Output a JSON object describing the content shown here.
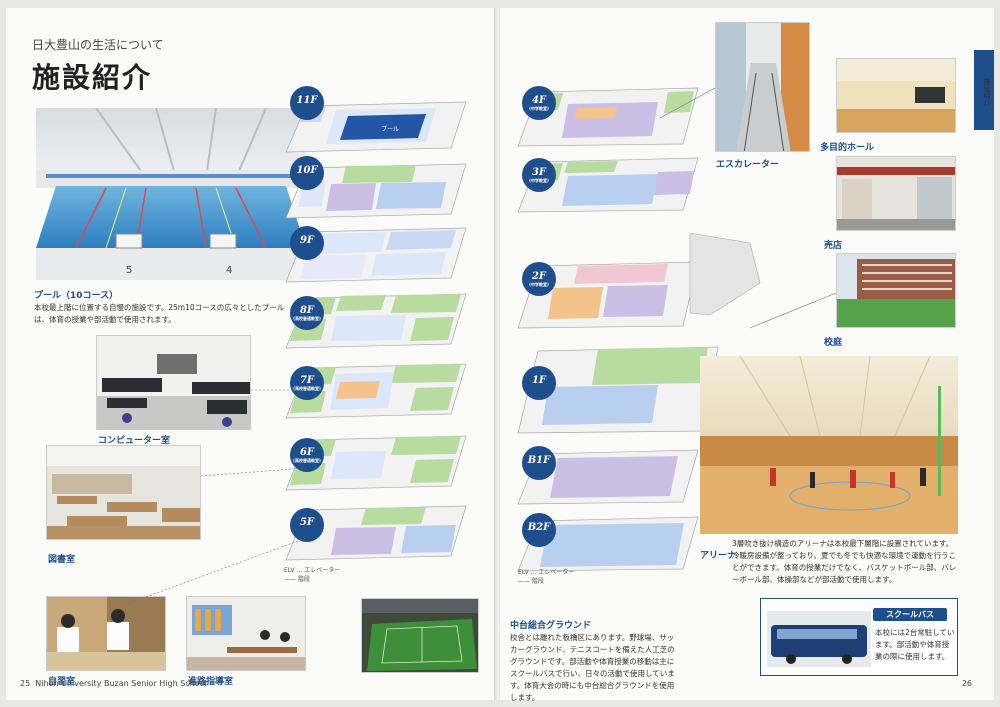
{
  "left_page": {
    "subtitle": "日大豊山の生活について",
    "title": "施設紹介",
    "pool": {
      "caption": "プール（10コース）",
      "text": "本校最上階に位置する自慢の施設です。25m10コースの広々としたプールは、体育の授業や部活動で使用されます。",
      "lane_numbers": [
        "5",
        "4"
      ]
    },
    "computer_room": "コンピューター室",
    "library": "図書室",
    "study_room": "自習室",
    "career_room": "進路指導室",
    "page_number": "25",
    "school_name": "Nihon University Buzan Senior High School",
    "floors": [
      {
        "label": "11F",
        "sub": "",
        "room": "プール"
      },
      {
        "label": "10F",
        "sub": "",
        "room": ""
      },
      {
        "label": "9F",
        "sub": "",
        "room": ""
      },
      {
        "label": "8F",
        "sub": "(高校普通教室)",
        "room": ""
      },
      {
        "label": "7F",
        "sub": "(高校普通教室)",
        "room": ""
      },
      {
        "label": "6F",
        "sub": "(高校普通教室)",
        "room": ""
      },
      {
        "label": "5F",
        "sub": "",
        "room": ""
      }
    ],
    "legend": {
      "ev": "ELV",
      "ev_label": "エレベーター",
      "line_label": "階段"
    }
  },
  "right_page": {
    "floors": [
      {
        "label": "4F",
        "sub": "(中学教室)"
      },
      {
        "label": "3F",
        "sub": "(中学教室)"
      },
      {
        "label": "2F",
        "sub": "(中学教室)"
      },
      {
        "label": "1F",
        "sub": ""
      },
      {
        "label": "B1F",
        "sub": ""
      },
      {
        "label": "B2F",
        "sub": ""
      }
    ],
    "escalator": "エスカレーター",
    "multipurpose_hall": "多目的ホール",
    "store": "売店",
    "courtyard": "校庭",
    "arena": {
      "caption": "アリーナ",
      "text": "3層吹き抜け構造のアリーナは本校最下層階に設置されています。冷暖房設備が整っており、夏でも冬でも快適な環境で運動を行うことができます。体育の授業だけでなく、バスケットボール部、バレーボール部、体操部などが部活動で使用します。"
    },
    "ground": {
      "caption": "中台総合グラウンド",
      "text": "校舎とは離れた板橋区にあります。野球場、サッカーグラウンド、テニスコートを備えた人工芝のグラウンドです。部活動や体育授業の移動は主にスクールバスで行い、日々の活動で使用しています。体育大会の時にも中台総合グラウンドを使用します。"
    },
    "bus": {
      "title": "スクールバス",
      "text": "本校には2台常駐しています。部活動や体育授業の際に使用します。"
    },
    "side_tab": "施設紹介",
    "page_number": "26",
    "legend": {
      "ev": "ELV",
      "ev_label": "エレベーター",
      "line_label": "階段"
    }
  },
  "colors": {
    "accent": "#1e4e8c",
    "green": "#b8dba0",
    "blue": "#b9cff0",
    "lavender": "#cbbfe6",
    "orange": "#f4c38c"
  }
}
